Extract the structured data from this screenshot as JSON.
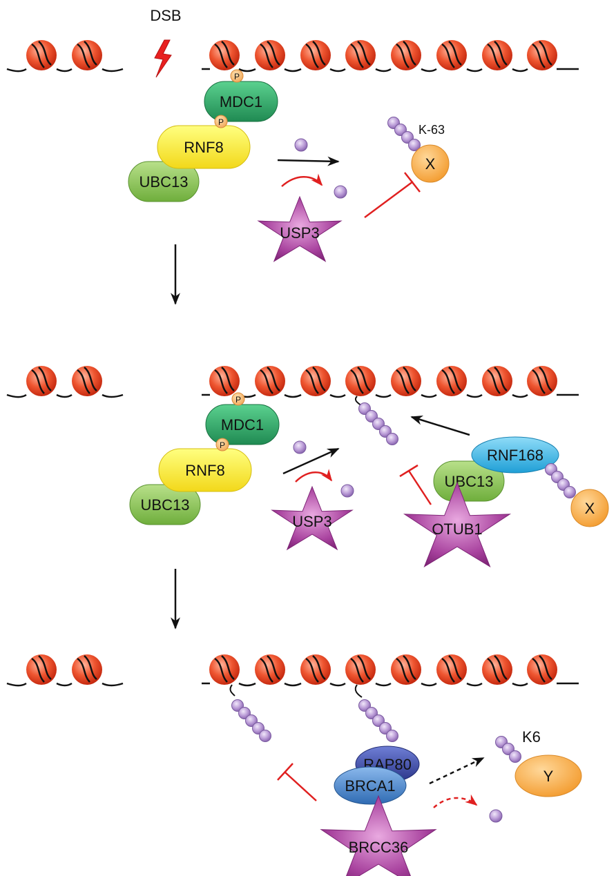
{
  "labels": {
    "dsb": "DSB",
    "phospho": "P",
    "mdc1": "MDC1",
    "rnf8": "RNF8",
    "ubc13": "UBC13",
    "usp3": "USP3",
    "k63": "K-63",
    "x": "X",
    "rnf168": "RNF168",
    "otub1": "OTUB1",
    "rap80": "RAP80",
    "brca1": "BRCA1",
    "brcc36": "BRCC36",
    "k6": "K6",
    "y": "Y"
  },
  "colors": {
    "nucleosome": "#e4401f",
    "dna": "#111111",
    "ubiquitin": "#b99ad6",
    "mdc1": "#2aa866",
    "rnf8": "#ffee33",
    "ubc13": "#8fc64e",
    "phospho": "#f7c07a",
    "x_protein": "#f5ad4a",
    "rnf168": "#35b6e8",
    "rap80": "#3d4aa6",
    "brca1": "#3f80c6",
    "dub_star": "#a8429e",
    "inhibition": "#e02020",
    "dsb_bolt": "#e82020"
  }
}
